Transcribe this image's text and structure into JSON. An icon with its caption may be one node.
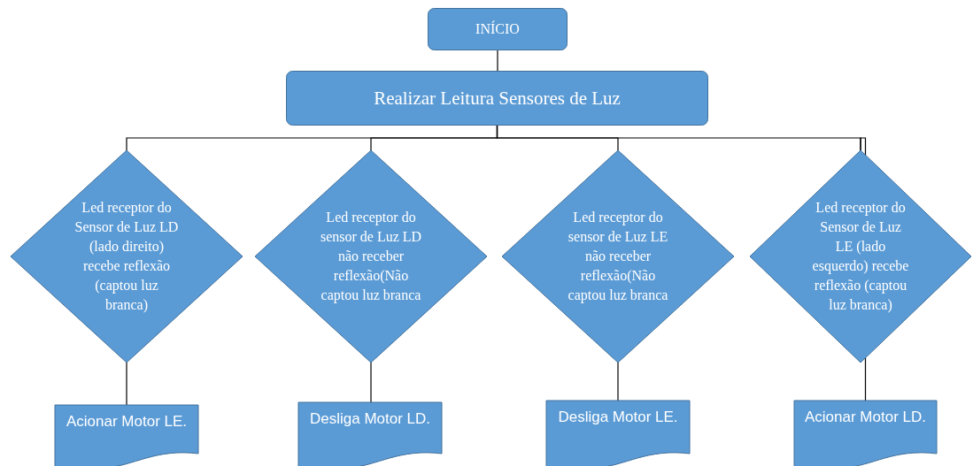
{
  "diagram": {
    "nodes": [
      {
        "text": [
          "INÍCIO"
        ]
      },
      {
        "text": [
          "Realizar Leitura Sensores de Luz"
        ]
      },
      {
        "text": [
          "Led receptor do Sensor de Luz LD (lado direito) recebe reflexão (captou luz branca)"
        ]
      },
      {
        "text": [
          "Led receptor do sensor de Luz LD não receber reflexão(Não captou luz branca"
        ]
      },
      {
        "text": [
          "Led receptor do sensor de Luz LE não receber reflexão(Não captou luz branca"
        ]
      },
      {
        "text": [
          "Led receptor do Sensor de Luz LE (lado esquerdo) recebe reflexão (captou luz branca)"
        ]
      },
      {
        "text": [
          "Acionar Motor LE."
        ]
      },
      {
        "text": [
          "Desliga Motor LD."
        ]
      },
      {
        "text": [
          "Desliga Motor LE."
        ]
      },
      {
        "text": [
          "Acionar Motor LD."
        ]
      }
    ],
    "edges": [
      {
        "from": 0,
        "to": 1,
        "arrow": "none"
      },
      {
        "from": 1,
        "to": 2,
        "arrow": "none"
      },
      {
        "from": 1,
        "to": 3,
        "arrow": "none"
      },
      {
        "from": 1,
        "to": 4,
        "arrow": "none"
      },
      {
        "from": 1,
        "to": 5,
        "arrow": "none"
      },
      {
        "from": 2,
        "to": 6,
        "arrow": "none"
      },
      {
        "from": 3,
        "to": 7,
        "arrow": "none"
      },
      {
        "from": 4,
        "to": 8,
        "arrow": "none"
      },
      {
        "from": 5,
        "to": 9,
        "arrow": "none"
      }
    ]
  }
}
